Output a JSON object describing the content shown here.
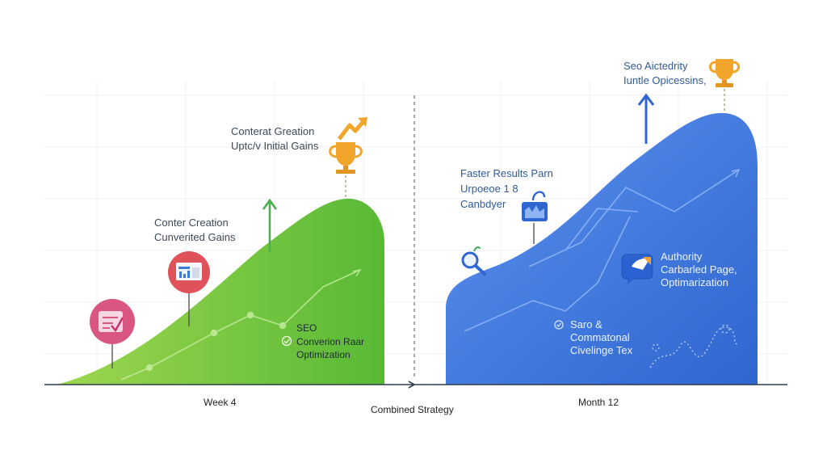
{
  "left_panel": {
    "top_callout": {
      "line1": "Conterat Greation",
      "line2": "Uptc/v Initial Gains"
    },
    "mid_callout": {
      "line1": "Conter Creation",
      "line2": "Cunverited Gains"
    },
    "inner_callout": {
      "line1": "SEO",
      "line2": "Converion Raar",
      "line3": "Optimization"
    },
    "axis_label": "Week 4",
    "fill_color": "#6cc040"
  },
  "right_panel": {
    "top_callout": {
      "line1": "Seo Aictedrity",
      "line2": "Iuntle Opicessins,"
    },
    "mid_callout": {
      "line1": "Faster Results Parn",
      "line2": "Urpoeoe 1 8",
      "line3": "Canbdyer"
    },
    "inner_callout": {
      "line1": "Authority",
      "line2": "Carbarled Page,",
      "line3": "Optimarization"
    },
    "bottom_callout": {
      "line1": "Saro &",
      "line2": "Commatonal",
      "line3": "Civelinge Tex"
    },
    "axis_label": "Month 12",
    "fill_color": "#3a74d8"
  },
  "center": {
    "axis_label": "Combined Strategy"
  },
  "icons": [
    "trophy-icon",
    "arrow-up-icon",
    "chart-card-icon",
    "checklist-icon",
    "magnifier-icon",
    "gauge-icon",
    "chat-bubble-icon",
    "check-circle-icon"
  ],
  "colors": {
    "trophy": "#f1a52a",
    "arrow": "#4caf50",
    "pin_red": "#e0525a",
    "pin_pink": "#d8567f",
    "axis": "#2d3b4d"
  }
}
